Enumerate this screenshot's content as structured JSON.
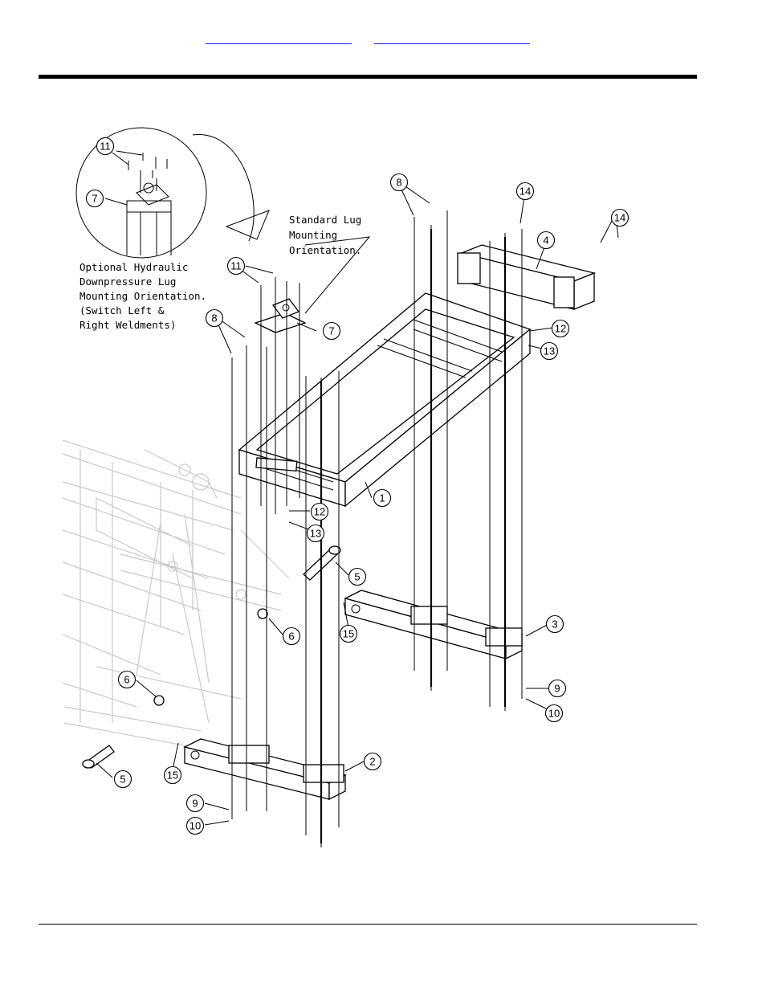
{
  "header": {
    "link_left": "",
    "link_right": ""
  },
  "diagram": {
    "notes": {
      "standard": [
        "Standard Lug",
        "Mounting",
        "Orientation."
      ],
      "optional": [
        "Optional Hydraulic",
        "Downpressure Lug",
        "Mounting Orientation.",
        "(Switch Left &",
        "Right Weldments)"
      ]
    },
    "callouts": [
      "1",
      "2",
      "3",
      "4",
      "5",
      "5",
      "6",
      "6",
      "7",
      "7",
      "8",
      "8",
      "9",
      "9",
      "10",
      "10",
      "11",
      "11",
      "12",
      "12",
      "13",
      "13",
      "14",
      "14",
      "15",
      "15"
    ]
  }
}
